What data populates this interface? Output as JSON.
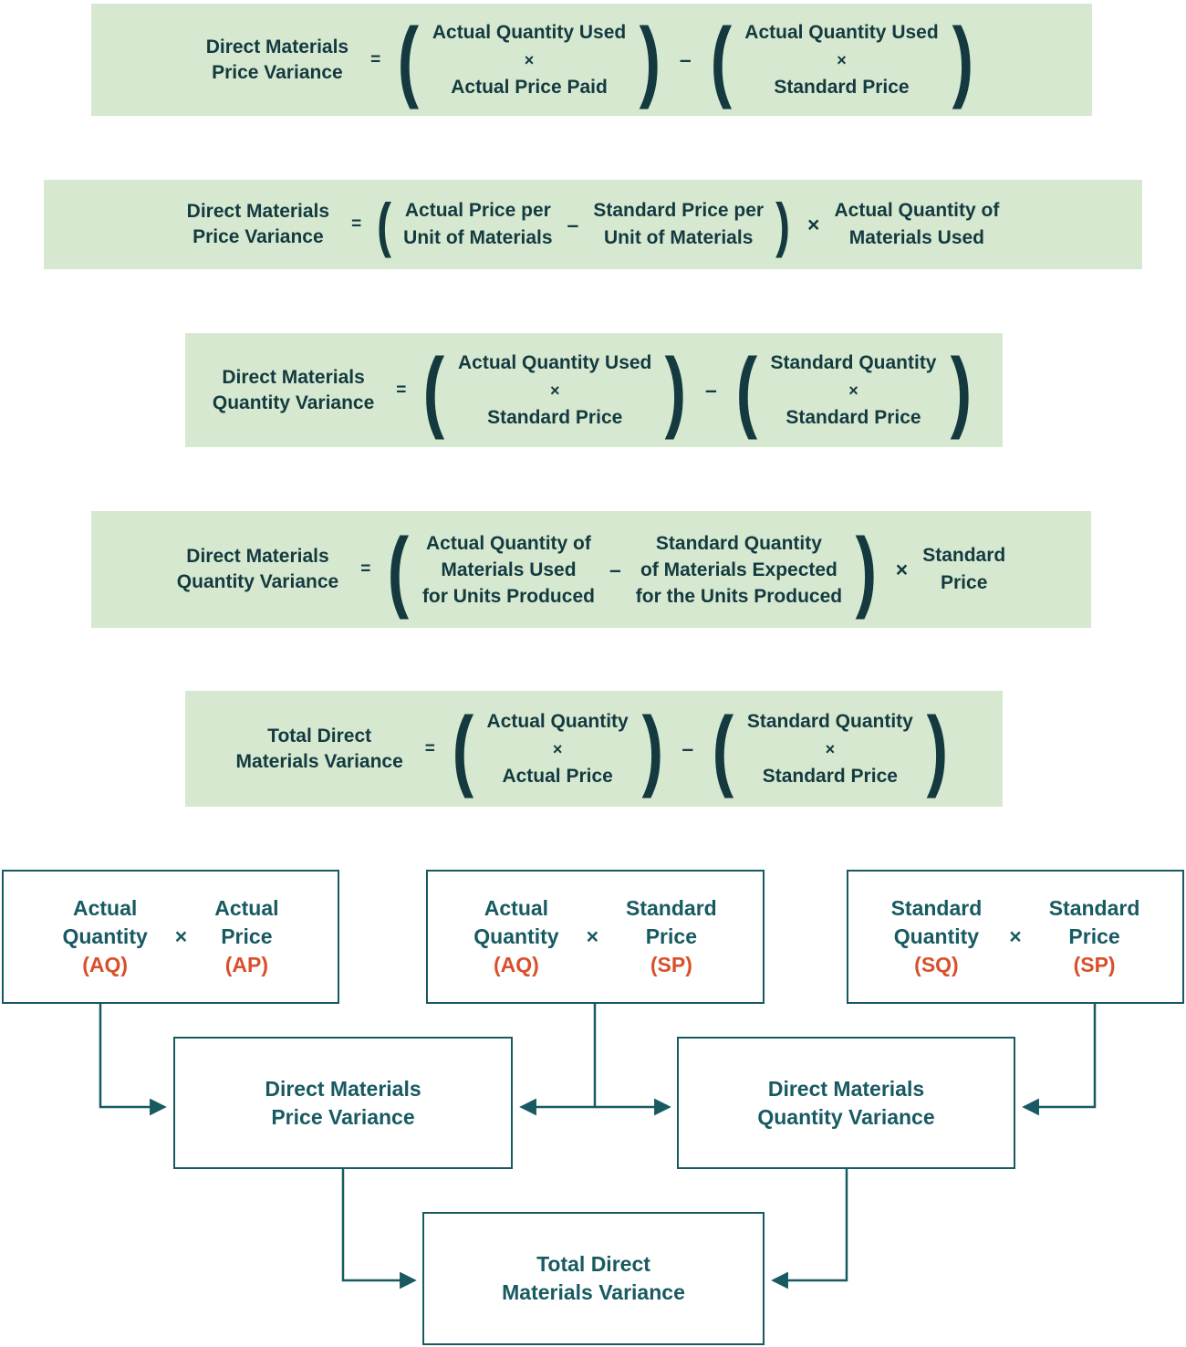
{
  "colors": {
    "formula_bg": "#d6e9d0",
    "ink": "#143a40",
    "teal": "#175a61",
    "red": "#d94f2b"
  },
  "symbols": {
    "equals": "=",
    "minus": "–",
    "times": "×",
    "lparen": "(",
    "rparen": ")"
  },
  "formulas": [
    {
      "label": [
        "Direct Materials",
        "Price Variance"
      ],
      "g1": [
        "Actual Quantity Used",
        "×",
        "Actual Price Paid"
      ],
      "g2": [
        "Actual Quantity Used",
        "×",
        "Standard Price"
      ]
    },
    {
      "label": [
        "Direct Materials",
        "Price Variance"
      ],
      "g1": [
        "Actual Price per",
        "Unit of Materials"
      ],
      "g2": [
        "Standard Price per",
        "Unit of Materials"
      ],
      "g3": [
        "Actual Quantity of",
        "Materials Used"
      ]
    },
    {
      "label": [
        "Direct Materials",
        "Quantity Variance"
      ],
      "g1": [
        "Actual Quantity Used",
        "×",
        "Standard Price"
      ],
      "g2": [
        "Standard Quantity",
        "×",
        "Standard Price"
      ]
    },
    {
      "label": [
        "Direct Materials",
        "Quantity Variance"
      ],
      "g1": [
        "Actual Quantity of",
        "Materials Used",
        "for Units Produced"
      ],
      "g2": [
        "Standard Quantity",
        "of Materials Expected",
        "for the Units Produced"
      ],
      "g3": [
        "Standard",
        "Price"
      ]
    },
    {
      "label": [
        "Total Direct",
        "Materials Variance"
      ],
      "g1": [
        "Actual Quantity",
        "×",
        "Actual Price"
      ],
      "g2": [
        "Standard Quantity",
        "×",
        "Standard Price"
      ]
    }
  ],
  "flowchart": {
    "top_boxes": [
      {
        "left": [
          "Actual",
          "Quantity"
        ],
        "left_abbr": "(AQ)",
        "op": "×",
        "right": [
          "Actual",
          "Price"
        ],
        "right_abbr": "(AP)"
      },
      {
        "left": [
          "Actual",
          "Quantity"
        ],
        "left_abbr": "(AQ)",
        "op": "×",
        "right": [
          "Standard",
          "Price"
        ],
        "right_abbr": "(SP)"
      },
      {
        "left": [
          "Standard",
          "Quantity"
        ],
        "left_abbr": "(SQ)",
        "op": "×",
        "right": [
          "Standard",
          "Price"
        ],
        "right_abbr": "(SP)"
      }
    ],
    "variance_boxes": [
      {
        "lines": [
          "Direct Materials",
          "Price Variance"
        ]
      },
      {
        "lines": [
          "Direct Materials",
          "Quantity Variance"
        ]
      }
    ],
    "total_box": {
      "lines": [
        "Total Direct",
        "Materials Variance"
      ]
    }
  }
}
